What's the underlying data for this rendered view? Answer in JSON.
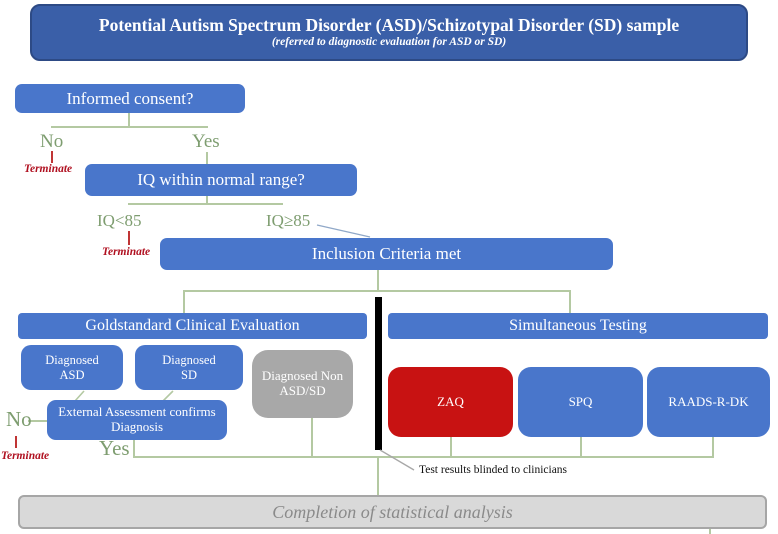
{
  "header": {
    "title": "Potential Autism Spectrum Disorder (ASD)/Schizotypal Disorder (SD) sample",
    "subtitle": "(referred to diagnostic evaluation for ASD or SD)"
  },
  "nodes": {
    "informed_consent": "Informed consent?",
    "iq_range": "IQ within normal range?",
    "inclusion": "Inclusion Criteria met",
    "goldstandard": "Goldstandard Clinical Evaluation",
    "simultaneous": "Simultaneous Testing",
    "diagnosed_asd": "Diagnosed ASD",
    "diagnosed_sd": "Diagnosed SD",
    "diagnosed_non": "Diagnosed Non ASD/SD",
    "external_assessment": "External Assessment confirms Diagnosis",
    "zaq": "ZAQ",
    "spq": "SPQ",
    "raads": "RAADS-R-DK",
    "completion": "Completion of statistical analysis"
  },
  "labels": {
    "no": "No",
    "yes": "Yes",
    "iq_low": "IQ<85",
    "iq_high": "IQ≥85",
    "terminate": "Terminate",
    "blinded_note": "Test results blinded to clinicians"
  },
  "colors": {
    "header_blue": "#3A5FA8",
    "node_blue": "#4976CB",
    "alert_red": "#C81212",
    "gray_node": "#A8A8A8",
    "completion_gray": "#D9D9D9",
    "line_green": "#B4C9A2",
    "label_green": "#7E9D70",
    "terminate_red": "#B01020",
    "divider_black": "#000000"
  }
}
